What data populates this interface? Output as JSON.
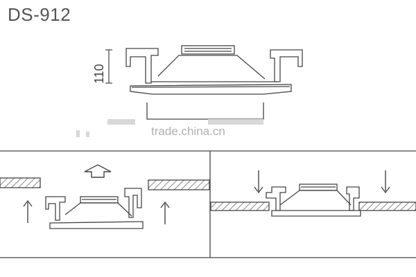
{
  "diagram": {
    "model": "DS-912",
    "dimension_label": "110",
    "watermark": "trade.china.cn"
  },
  "icons": {
    "up_arrow": "up-arrow-icon",
    "hollow_up_arrow": "hollow-up-arrow-icon",
    "down_arrow": "down-arrow-icon"
  }
}
